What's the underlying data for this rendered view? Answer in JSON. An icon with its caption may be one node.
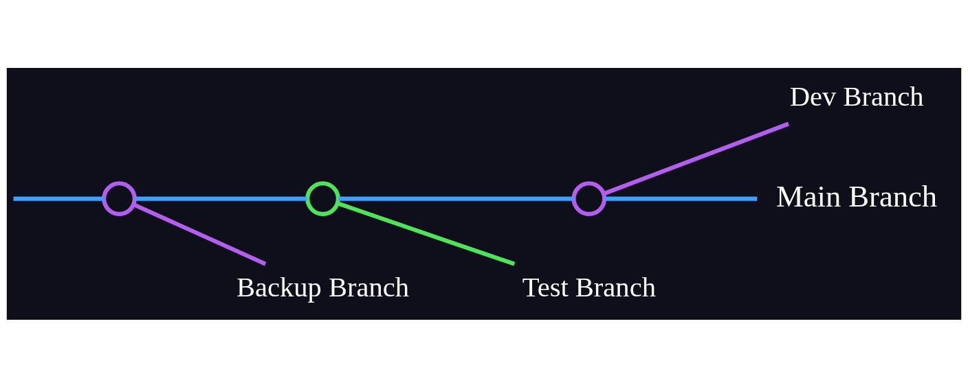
{
  "diagram": {
    "nodes": [
      {
        "text": [
          "Dev Branch"
        ]
      },
      {
        "text": [],
        "shape": "circle"
      },
      {
        "text": [],
        "shape": "circle"
      },
      {
        "text": [],
        "shape": "circle"
      },
      {
        "text": [
          "Main Branch"
        ]
      },
      {
        "text": [
          "Backup Branch"
        ]
      },
      {
        "text": [
          "Test Branch"
        ]
      }
    ],
    "edges": [
      {
        "from": null,
        "to": 1,
        "arrow": "none"
      },
      {
        "from": 1,
        "to": 2,
        "arrow": "none"
      },
      {
        "from": 2,
        "to": 3,
        "arrow": "none"
      },
      {
        "from": 3,
        "to": 4,
        "arrow": "none"
      },
      {
        "from": 1,
        "to": 5,
        "arrow": "none",
        "color": "#b45ef0"
      },
      {
        "from": 2,
        "to": 6,
        "arrow": "none",
        "color": "#4fe35a"
      },
      {
        "from": 3,
        "to": 0,
        "arrow": "none",
        "color": "#b45ef0"
      }
    ]
  }
}
